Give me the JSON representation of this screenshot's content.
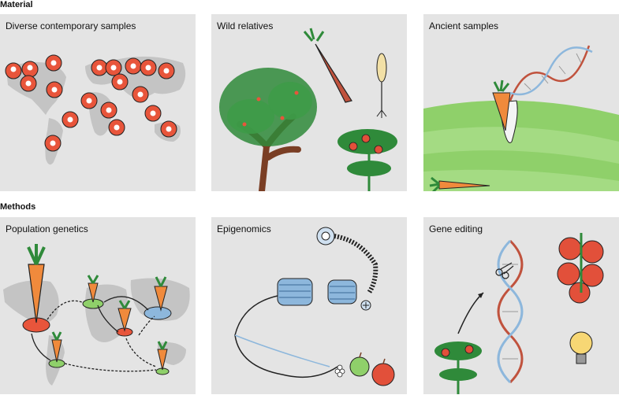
{
  "sections": {
    "material": "Material",
    "methods": "Methods"
  },
  "panels": {
    "diverse": "Diverse contemporary samples",
    "wild": "Wild relatives",
    "ancient": "Ancient samples",
    "popgen": "Population genetics",
    "epigenomics": "Epigenomics",
    "editing": "Gene editing"
  },
  "colors": {
    "panel_bg": "#e4e4e4",
    "map_gray": "#c4c4c4",
    "pin_red": "#e8553b",
    "carrot_orange": "#f08a3c",
    "leaf_green": "#2f8a3a",
    "tomato_red": "#e2503a",
    "dna_blue": "#8db7dc",
    "soil_green": "#8fd06a"
  },
  "icons": [
    "map-pin-icon",
    "carrot-icon",
    "tree-icon",
    "wheat-icon",
    "tomato-plant-icon",
    "dna-icon",
    "nucleosome-icon",
    "apple-icon",
    "scissors-icon",
    "lightbulb-icon"
  ]
}
